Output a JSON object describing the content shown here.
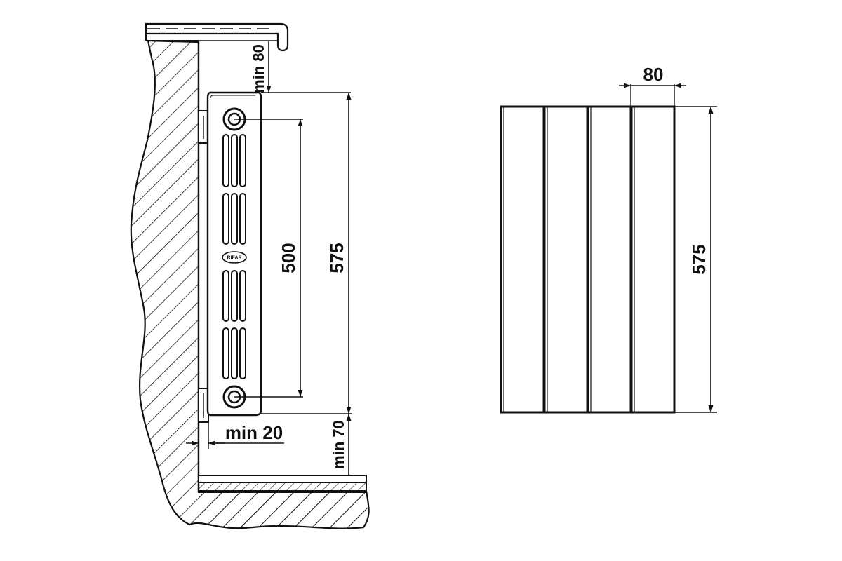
{
  "dimensions": {
    "top_clearance": "min 80",
    "center_distance": "500",
    "height": "575",
    "wall_gap": "min 20",
    "bottom_clearance": "min 70",
    "section_width": "80",
    "front_height": "575"
  },
  "logo": "RIFAR",
  "front_view": {
    "section_count": 4
  },
  "colors": {
    "line": "#111111",
    "background": "#ffffff"
  }
}
